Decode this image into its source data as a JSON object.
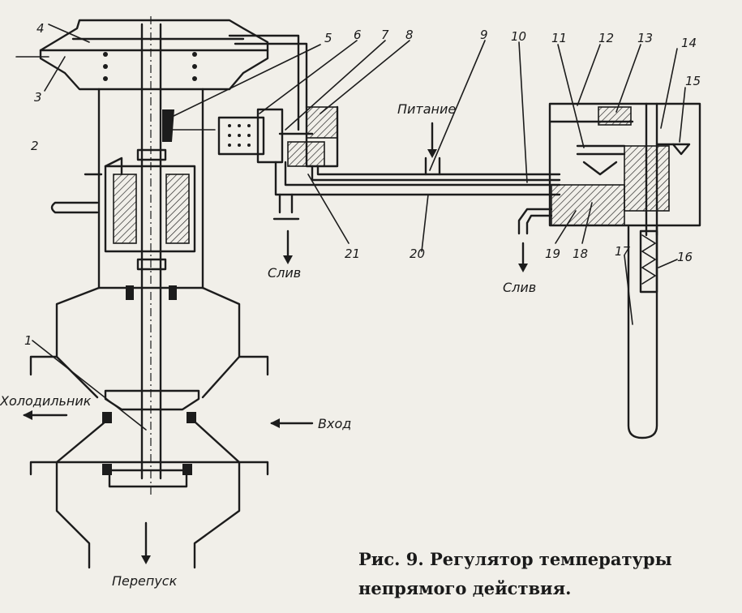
{
  "figure": {
    "caption_line1": "Рис. 9. Регулятор температуры",
    "caption_line2": "непрямого действия."
  },
  "labels": {
    "feed": "Питание",
    "drain_left": "Слив",
    "drain_right": "Слив",
    "cooler": "Холодильник",
    "inlet": "Вход",
    "bypass": "Перепуск"
  },
  "callouts": [
    "1",
    "2",
    "3",
    "4",
    "5",
    "6",
    "7",
    "8",
    "9",
    "10",
    "11",
    "12",
    "13",
    "14",
    "15",
    "16",
    "17",
    "18",
    "19",
    "20",
    "21"
  ],
  "colors": {
    "ink": "#1c1c1c",
    "paper": "#f1efe9"
  }
}
